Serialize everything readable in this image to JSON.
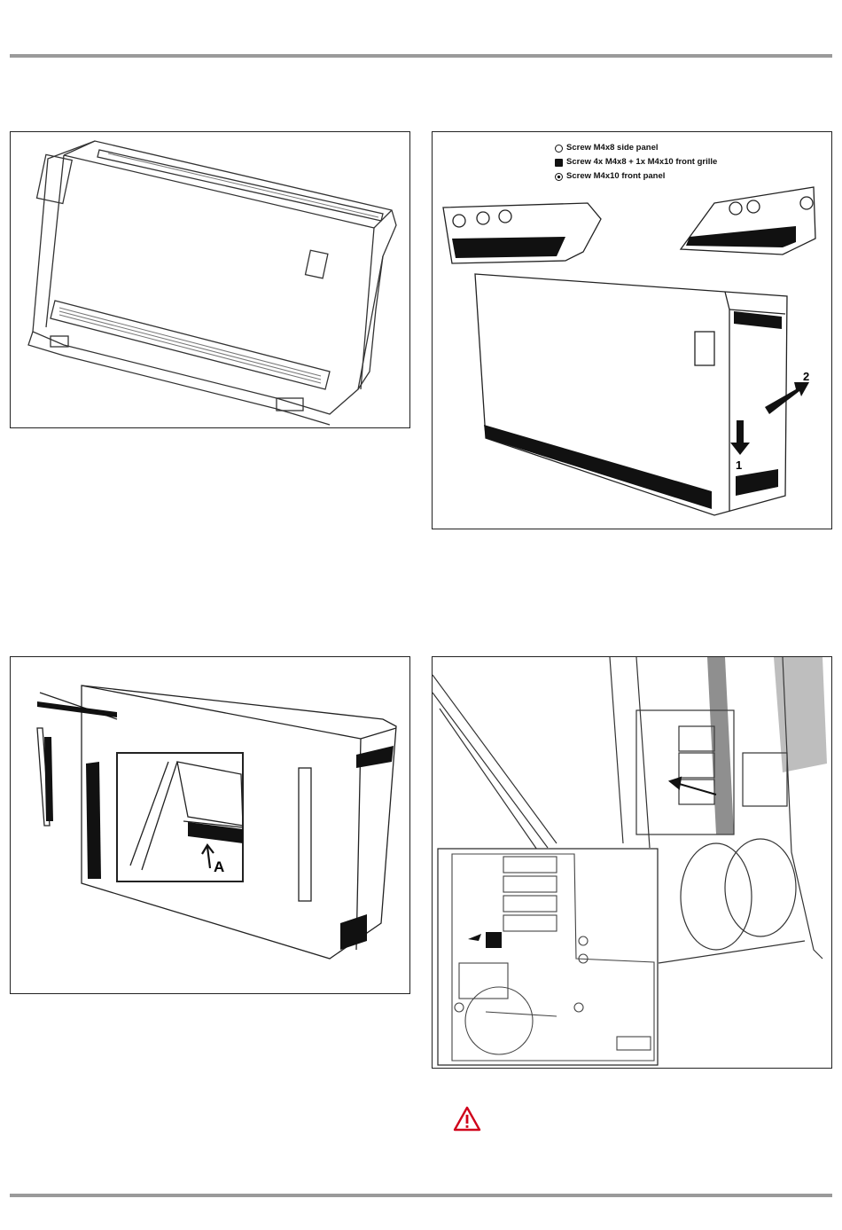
{
  "figures": {
    "fig2": {
      "legend": [
        {
          "mark": "circle-a",
          "text": "Screw M4x8 side panel"
        },
        {
          "mark": "square",
          "text": "Screw 4x M4x8 + 1x M4x10 front grille"
        },
        {
          "mark": "circle-dot",
          "text": "Screw M4x10 front panel"
        }
      ],
      "arrow_label_1": "1",
      "arrow_label_2": "2"
    },
    "fig3": {
      "callout": "A"
    }
  },
  "colors": {
    "rule": "#9a9a9a",
    "warning": "#d0021b"
  },
  "icons": {
    "warning": "warning-triangle-icon"
  }
}
